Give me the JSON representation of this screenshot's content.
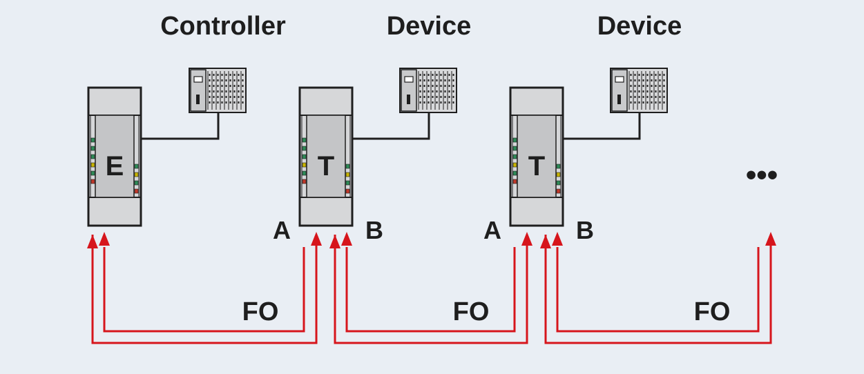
{
  "headings": [
    "Controller",
    "Device",
    "Device"
  ],
  "modules": [
    {
      "letter": "E",
      "port_a": "",
      "port_b": ""
    },
    {
      "letter": "T",
      "port_a": "A",
      "port_b": "B"
    },
    {
      "letter": "T",
      "port_a": "A",
      "port_b": "B"
    }
  ],
  "links": [
    {
      "label": "FO"
    },
    {
      "label": "FO"
    },
    {
      "label": "FO"
    }
  ],
  "continuation": "•••",
  "colors": {
    "fiber": "#d6151c",
    "module_outline": "#1e1e1e",
    "module_fill": "#d6d7d9",
    "module_panel": "#c4c5c7",
    "background": "#e9eef4",
    "led_green": "#2e8b57",
    "led_yellow": "#c8b400",
    "led_red": "#c0392b"
  }
}
